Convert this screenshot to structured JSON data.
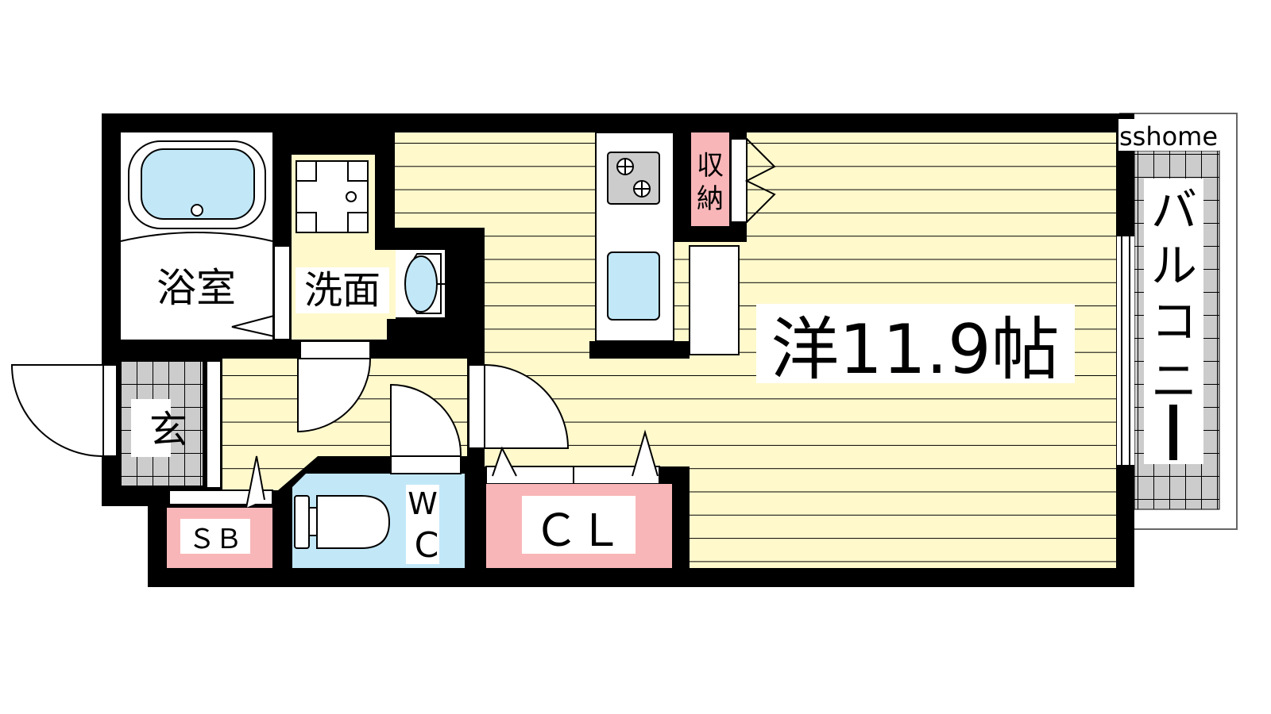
{
  "plan": {
    "watermark": "sshome",
    "rooms": {
      "bath": "浴室",
      "washroom": "洗面",
      "entrance": "玄",
      "shoe_box": "ＳＢ",
      "toilet_w": "W",
      "toilet_c": "C",
      "closet": "ＣＬ",
      "storage_1": "収",
      "storage_2": "納",
      "main_room": "洋11.9帖",
      "balcony": [
        "バ",
        "ル",
        "コ",
        "ニ",
        "ー"
      ]
    },
    "colors": {
      "floor": "#fff9cc",
      "storage": "#f9b6b8",
      "water": "#c2e8f8",
      "tile": "#cccccc",
      "wall": "#000000"
    }
  }
}
